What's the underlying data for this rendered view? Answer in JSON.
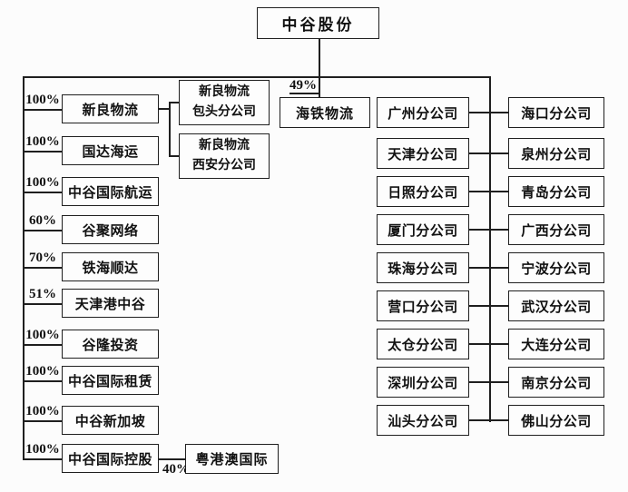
{
  "figure": {
    "type": "organizational-chart",
    "background_color": "#fcfcfc",
    "line_color": "#1f1f1f",
    "text_color": "#111111"
  },
  "root": {
    "label": "中谷股份"
  },
  "left_subsidiaries": [
    {
      "pct": "100%",
      "label": "新良物流"
    },
    {
      "pct": "100%",
      "label": "国达海运"
    },
    {
      "pct": "100%",
      "label": "中谷国际航运"
    },
    {
      "pct": "60%",
      "label": "谷聚网络"
    },
    {
      "pct": "70%",
      "label": "铁海顺达"
    },
    {
      "pct": "51%",
      "label": "天津港中谷"
    },
    {
      "pct": "100%",
      "label": "谷隆投资"
    },
    {
      "pct": "100%",
      "label": "中谷国际租赁"
    },
    {
      "pct": "100%",
      "label": "中谷新加坡"
    },
    {
      "pct": "100%",
      "label": "中谷国际控股"
    }
  ],
  "xinliang_branches": [
    {
      "line1": "新良物流",
      "line2": "包头分公司"
    },
    {
      "line1": "新良物流",
      "line2": "西安分公司"
    }
  ],
  "hetie": {
    "pct": "49%",
    "label": "海铁物流"
  },
  "branch_rows": [
    {
      "left": "广州分公司",
      "right": "海口分公司"
    },
    {
      "left": "天津分公司",
      "right": "泉州分公司"
    },
    {
      "left": "日照分公司",
      "right": "青岛分公司"
    },
    {
      "left": "厦门分公司",
      "right": "广西分公司"
    },
    {
      "left": "珠海分公司",
      "right": "宁波分公司"
    },
    {
      "left": "营口分公司",
      "right": "武汉分公司"
    },
    {
      "left": "太仓分公司",
      "right": "大连分公司"
    },
    {
      "left": "深圳分公司",
      "right": "南京分公司"
    },
    {
      "left": "汕头分公司",
      "right": "佛山分公司"
    }
  ],
  "yuegangao": {
    "pct": "40%",
    "label": "粤港澳国际"
  }
}
